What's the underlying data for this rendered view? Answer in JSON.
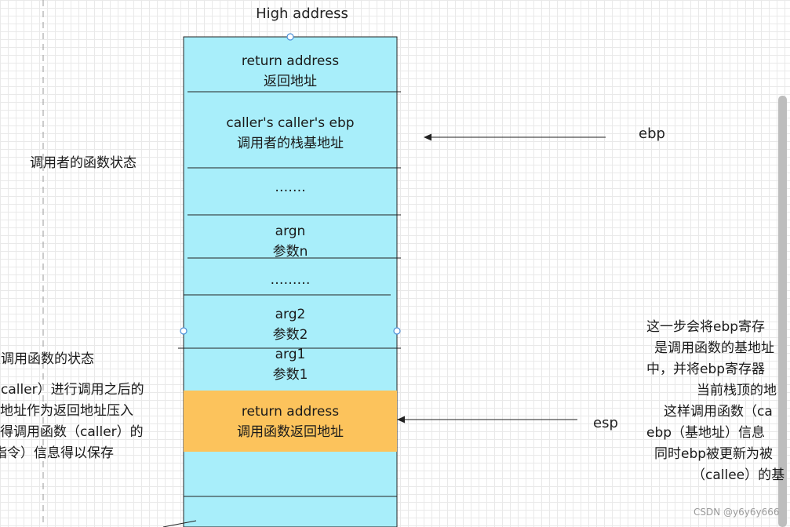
{
  "diagram": {
    "top_label": "High address",
    "stack_cells": [
      {
        "line1": "return address",
        "line2": "返回地址"
      },
      {
        "line1": "caller's caller's ebp",
        "line2": "调用者的栈基地址"
      },
      {
        "line1": "……."
      },
      {
        "line1": "argn",
        "line2": "参数n"
      },
      {
        "line1": "………"
      },
      {
        "line1": "arg2",
        "line2": "参数2"
      },
      {
        "line1": "arg1",
        "line2": "参数1"
      },
      {
        "line1": "return address",
        "line2": "调用函数返回地址"
      }
    ],
    "ebp_label": "ebp",
    "esp_label": "esp",
    "caller_state_label": "调用者的函数状态",
    "left_notes": [
      "被调用函数的状态",
      "（caller）进行调用之后的",
      "地址作为返回地址压入",
      "得调用函数（caller）的",
      "指令）信息得以保存"
    ],
    "right_notes": [
      "这一步会将ebp寄存",
      "是调用函数的基地址",
      "中，并将ebp寄存器",
      "当前栈顶的地",
      "这样调用函数（ca",
      "ebp（基地址）信息",
      "同时ebp被更新为被",
      "（callee）的基"
    ],
    "watermark": "CSDN @y6y6y666",
    "colors": {
      "stack_fill": "#a8eefa",
      "highlight_fill": "#fcc35c",
      "stroke": "#222222",
      "handle": "#4a8fd8"
    }
  }
}
